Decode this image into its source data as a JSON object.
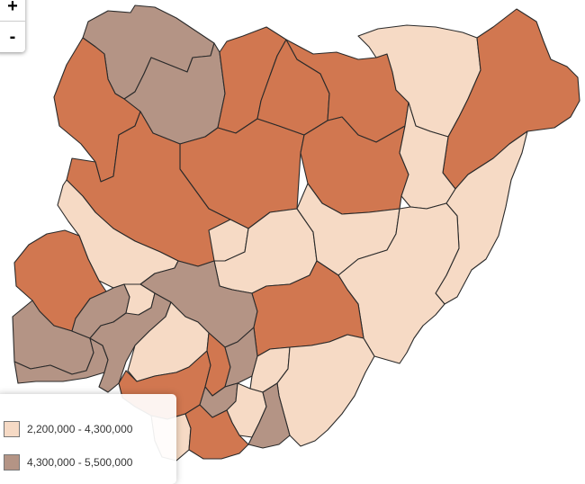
{
  "map": {
    "regions": [
      {
        "id": "sokoto",
        "class": "c2"
      },
      {
        "id": "zamfara",
        "class": "c2"
      },
      {
        "id": "kebbi",
        "class": "c3"
      },
      {
        "id": "katsina",
        "class": "c3"
      },
      {
        "id": "kaduna",
        "class": "c3"
      },
      {
        "id": "kano",
        "class": "c3"
      },
      {
        "id": "jigawa",
        "class": "c3"
      },
      {
        "id": "bauchi",
        "class": "c3"
      },
      {
        "id": "yobe",
        "class": "c1"
      },
      {
        "id": "borno",
        "class": "c3"
      },
      {
        "id": "gombe",
        "class": "c1"
      },
      {
        "id": "niger",
        "class": "c3"
      },
      {
        "id": "kwara",
        "class": "c1"
      },
      {
        "id": "oyo",
        "class": "c3"
      },
      {
        "id": "fct",
        "class": "c1"
      },
      {
        "id": "nasarawa",
        "class": "c1"
      },
      {
        "id": "plateau",
        "class": "c1"
      },
      {
        "id": "adamawa",
        "class": "c1"
      },
      {
        "id": "taraba",
        "class": "c1"
      },
      {
        "id": "kogi",
        "class": "c2"
      },
      {
        "id": "benue",
        "class": "c3"
      },
      {
        "id": "ogun",
        "class": "c2"
      },
      {
        "id": "lagos",
        "class": "c2"
      },
      {
        "id": "osun",
        "class": "c2"
      },
      {
        "id": "ekiti",
        "class": "c1"
      },
      {
        "id": "ondo",
        "class": "c2"
      },
      {
        "id": "edo",
        "class": "c1"
      },
      {
        "id": "delta",
        "class": "c3"
      },
      {
        "id": "anambra",
        "class": "c3"
      },
      {
        "id": "enugu",
        "class": "c2"
      },
      {
        "id": "ebonyi",
        "class": "c1"
      },
      {
        "id": "cross-river",
        "class": "c1"
      },
      {
        "id": "imo",
        "class": "c2"
      },
      {
        "id": "abia",
        "class": "c1"
      },
      {
        "id": "akwa-ibom",
        "class": "c2"
      },
      {
        "id": "bayelsa",
        "class": "c1"
      },
      {
        "id": "rivers",
        "class": "c3"
      }
    ]
  },
  "colors": {
    "c1": "#f6dac5",
    "c2": "#b49485",
    "c3": "#d17750"
  },
  "zoom": {
    "in_label": "+",
    "out_label": "-"
  },
  "legend": {
    "items": [
      {
        "label": "2,200,000 - 4,300,000",
        "color": "#f6dac5"
      },
      {
        "label": "4,300,000 - 5,500,000",
        "color": "#b49485"
      }
    ]
  }
}
